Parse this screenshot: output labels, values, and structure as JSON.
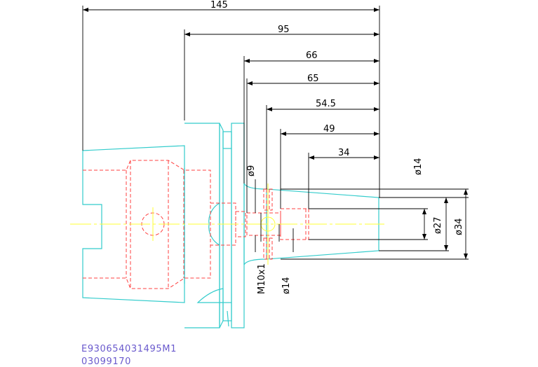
{
  "colors": {
    "outline": "#33cccc",
    "hidden": "#ff4040",
    "centerline": "#ffff33",
    "dimension": "#000000",
    "caption": "#6a5acd"
  },
  "dimensions": {
    "d145": "145",
    "d95": "95",
    "d66": "66",
    "d65": "65",
    "d54_5": "54.5",
    "d49": "49",
    "d34": "34"
  },
  "diameters": {
    "dia9": "ø9",
    "dia14_top": "ø14",
    "dia14_bottom": "ø14",
    "dia27": "ø27",
    "dia34": "ø34"
  },
  "thread": "M10x1",
  "caption": {
    "part_number": "E930654031495M1",
    "code": "03099170"
  }
}
